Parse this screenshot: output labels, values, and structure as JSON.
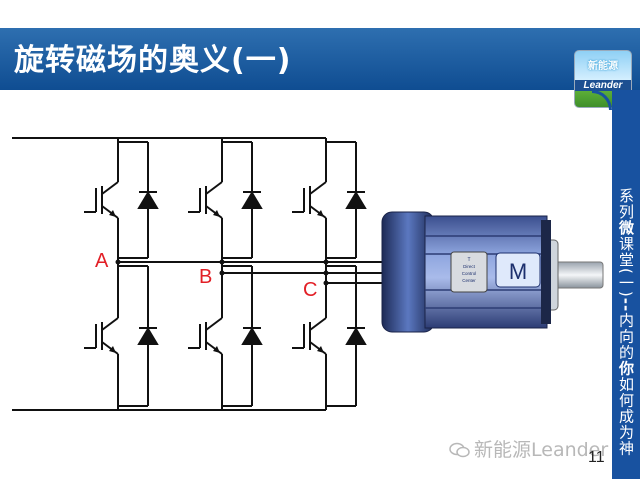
{
  "title": "旋转磁场的奥义(一)",
  "logo": {
    "top_text": "新能源",
    "wordmark": "Leander"
  },
  "side_banner": {
    "parts": [
      {
        "text": "系列",
        "bold": false
      },
      {
        "text": "微",
        "bold": true
      },
      {
        "text": "课堂(一)",
        "bold": false
      },
      {
        "text": "--",
        "bold": true
      },
      {
        "text": "内向的",
        "bold": false
      },
      {
        "text": "你",
        "bold": true
      },
      {
        "text": "如何成为神",
        "bold": false
      }
    ]
  },
  "circuit": {
    "phase_labels": {
      "a": "A",
      "b": "B",
      "c": "C"
    },
    "motor_label": "M",
    "control_box_lines": [
      "T",
      "Direct",
      "Control",
      "Center"
    ],
    "colors": {
      "label": "#e21f26",
      "motor_body": "#6a85c2",
      "motor_dark": "#22305f"
    }
  },
  "watermark": "新能源Leander",
  "page_number": "11"
}
